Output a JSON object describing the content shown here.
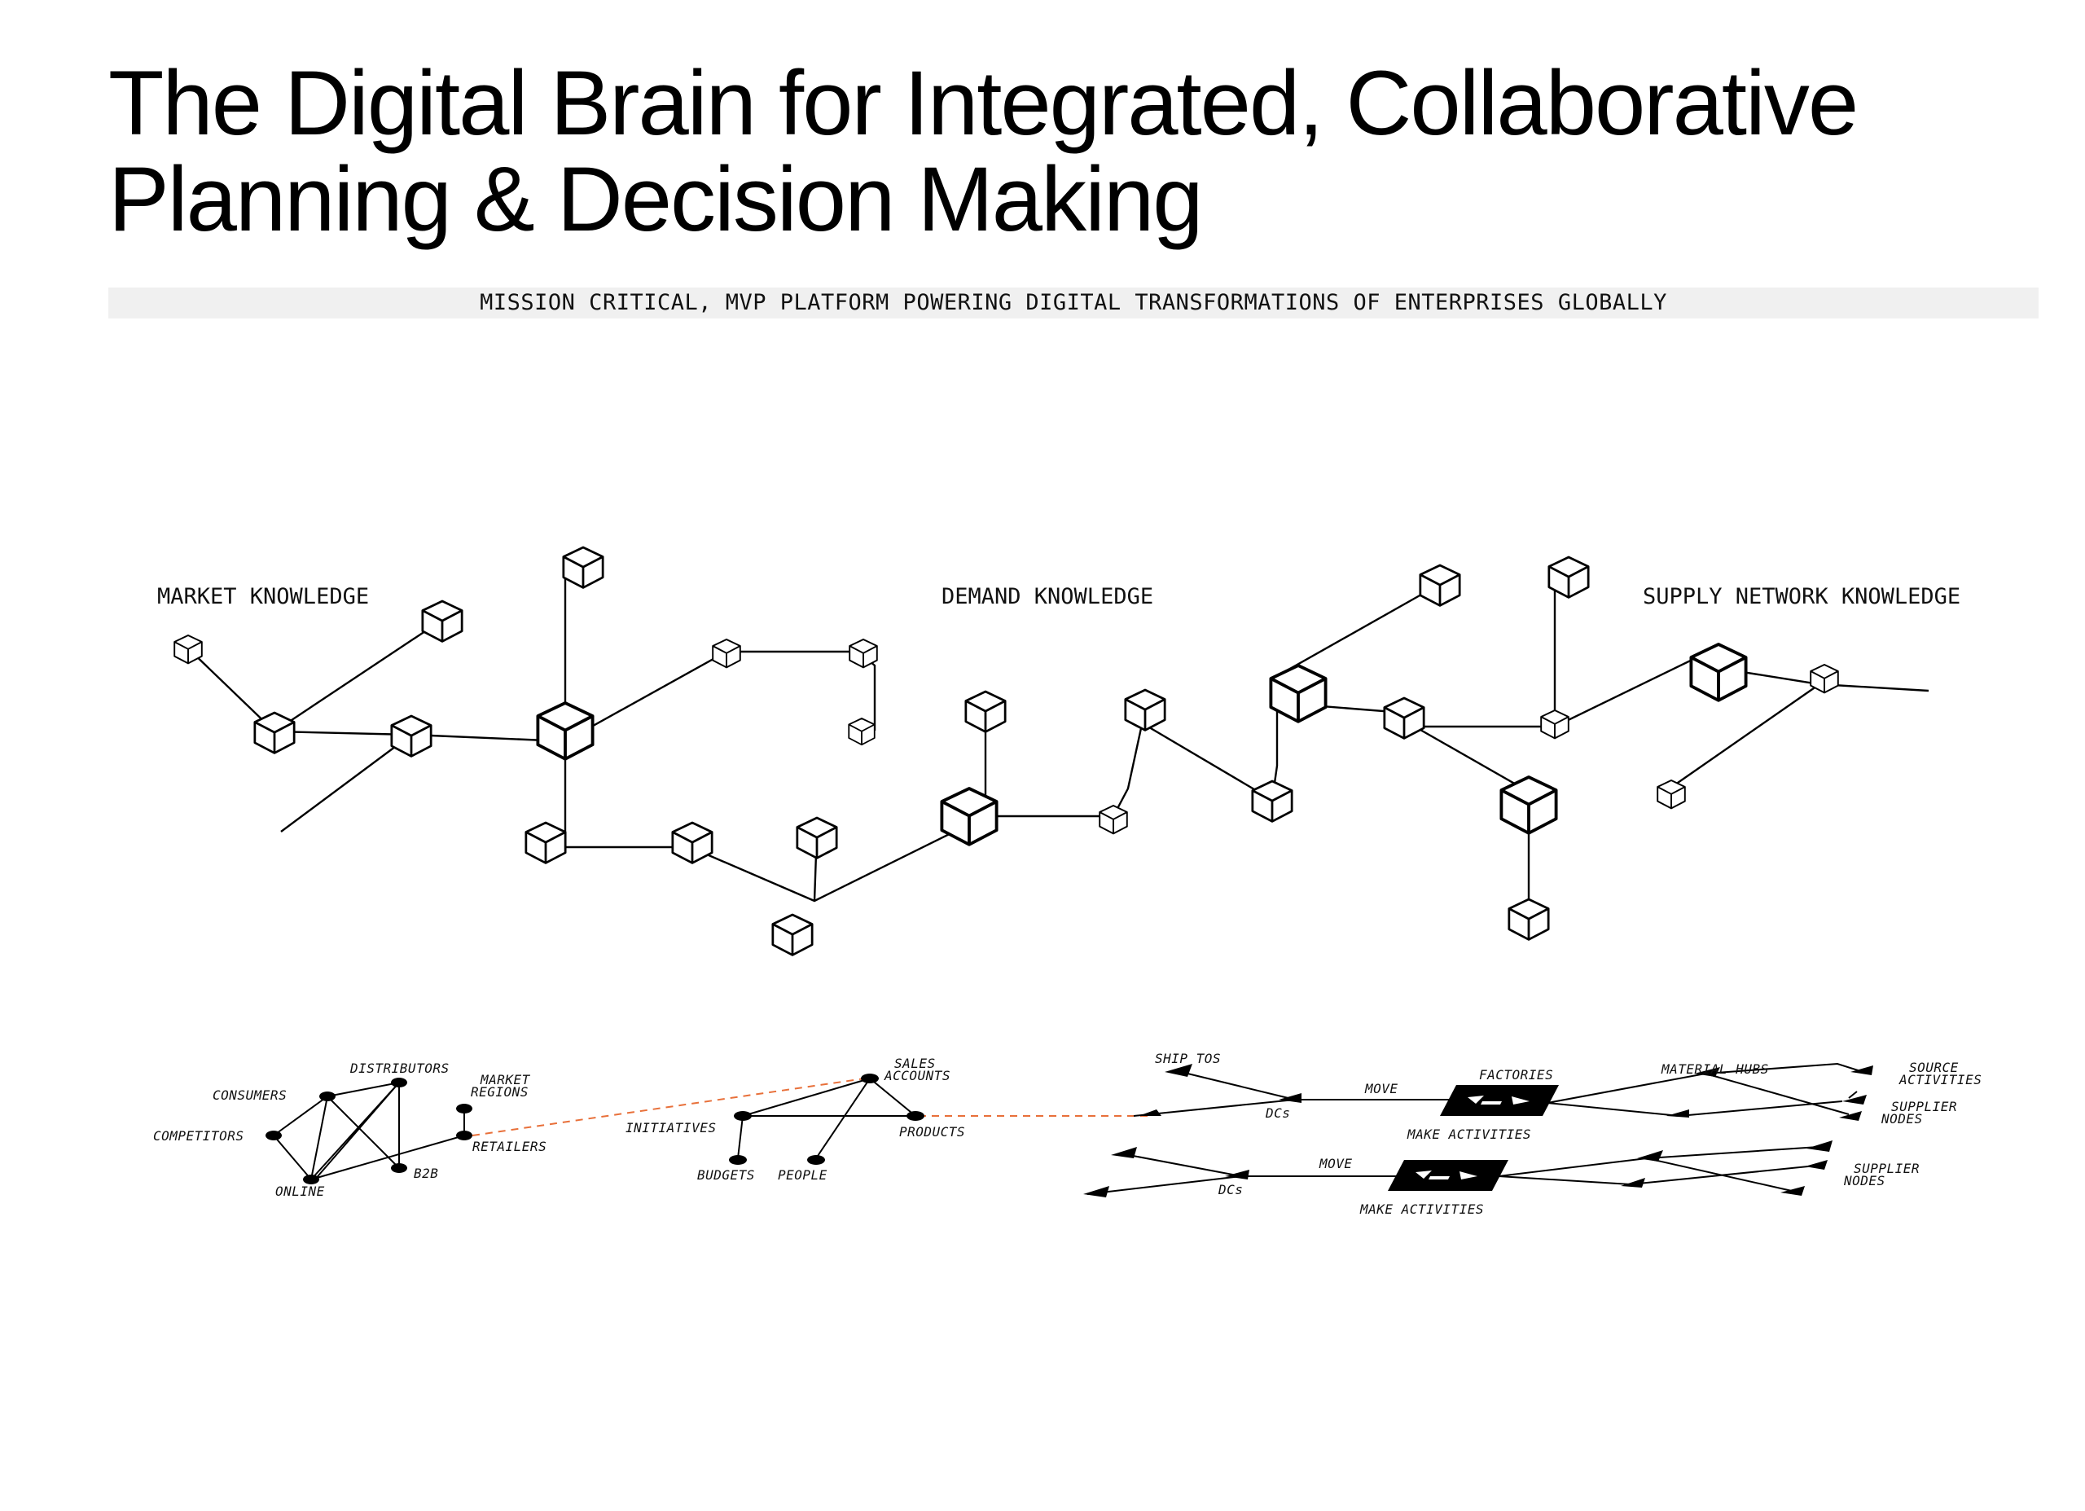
{
  "title": {
    "line1": "The Digital Brain for Integrated, Collaborative",
    "line2": "Planning & Decision Making"
  },
  "banner": "MISSION CRITICAL, MVP PLATFORM POWERING DIGITAL TRANSFORMATIONS OF ENTERPRISES GLOBALLY",
  "sections": {
    "market": "MARKET KNOWLEDGE",
    "demand": "DEMAND KNOWLEDGE",
    "supply": "SUPPLY NETWORK KNOWLEDGE"
  },
  "market_graph": {
    "distributors": "DISTRIBUTORS",
    "market_regions_1": "MARKET",
    "market_regions_2": "REGIONS",
    "consumers": "CONSUMERS",
    "competitors": "COMPETITORS",
    "retailers": "RETAILERS",
    "online": "ONLINE",
    "b2b": "B2B"
  },
  "demand_graph": {
    "sales_accounts_1": "SALES",
    "sales_accounts_2": "ACCOUNTS",
    "initiatives": "INITIATIVES",
    "products": "PRODUCTS",
    "budgets": "BUDGETS",
    "people": "PEOPLE"
  },
  "supply_graph": {
    "ship_tos": "SHIP TOS",
    "dcs_top": "DCs",
    "move_top": "MOVE",
    "factories": "FACTORIES",
    "make_activities_top": "MAKE ACTIVITIES",
    "material_hubs": "MATERIAL HUBS",
    "source_activities_1": "SOURCE",
    "source_activities_2": "ACTIVITIES",
    "supplier_nodes_top_1": "SUPPLIER",
    "supplier_nodes_top_2": "NODES",
    "dcs_bottom": "DCs",
    "move_bottom": "MOVE",
    "make_activities_bottom": "MAKE ACTIVITIES",
    "supplier_nodes_bottom_1": "SUPPLIER",
    "supplier_nodes_bottom_2": "NODES"
  },
  "colors": {
    "ink": "#000000",
    "link_dashed": "#e8703a",
    "banner_bg": "#f0f0f0"
  }
}
